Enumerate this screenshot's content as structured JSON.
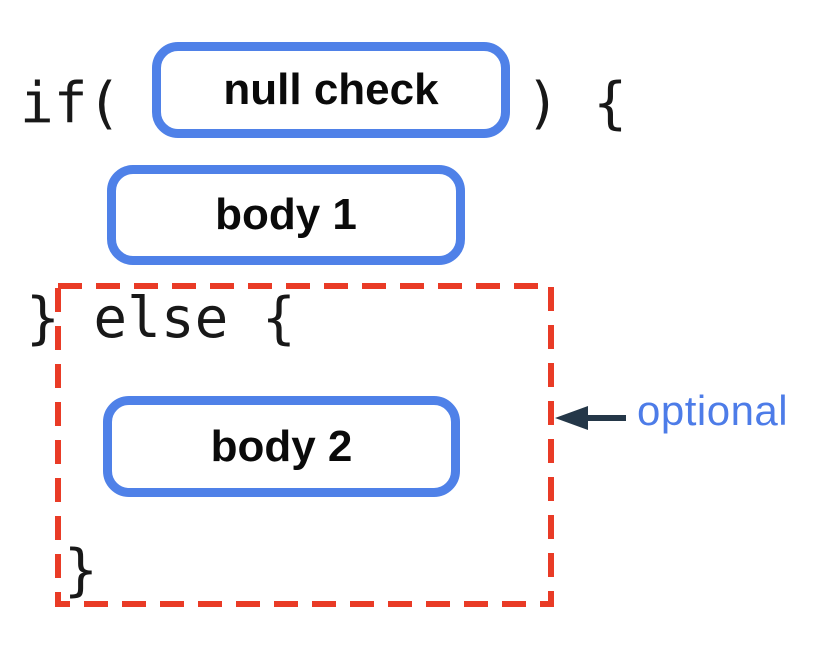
{
  "colors": {
    "box_border": "#4f81e8",
    "dashed_outline": "#e93b26",
    "arrow": "#243748",
    "annotation_text": "#4d7ce8",
    "code_text": "#181818",
    "label_text": "#0a0a0a",
    "background": "#ffffff"
  },
  "code": {
    "if_open": "if(",
    "if_close": ") {",
    "else_line": "} else {",
    "closing_brace": "}"
  },
  "boxes": {
    "condition": {
      "label": "null check"
    },
    "body1": {
      "label": "body 1"
    },
    "body2": {
      "label": "body 2"
    }
  },
  "annotation": {
    "label": "optional",
    "arrow_icon": "left-arrow"
  }
}
